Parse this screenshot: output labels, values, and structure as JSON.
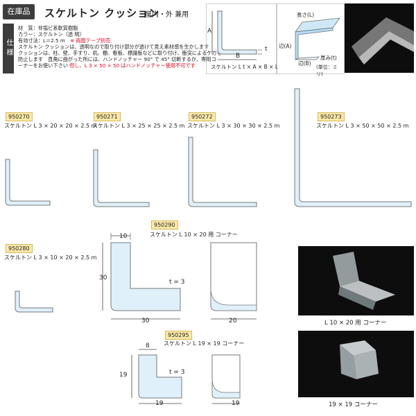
{
  "header": {
    "badge": "在庫品",
    "title": "スケルトン クッション",
    "subtitle": "屋内・外 兼用",
    "spec_label": "仕様",
    "spec_lines": [
      {
        "text": "材　質：非塩ビ系軟質樹脂",
        "accent": ""
      },
      {
        "text": "カラー：スケルトン（透 明）",
        "accent": ""
      },
      {
        "text": "有効寸法：L＝2.5 m",
        "accent": "※ 両面テープ別売"
      },
      {
        "text": "スケルトン クッションは、透明なので取り付け部分が透けて見え素材感を生かします",
        "accent": ""
      },
      {
        "text": "クッションは、柱、壁、手すり、机、棚、看板、標識板などに取り付け、衝突によるケガを",
        "accent": ""
      },
      {
        "text": "防止します　直角に曲がった所には、ハンドノッチャー 90° で 45° 切断するか、専用コ",
        "accent": ""
      },
      {
        "text": "ーナーをお使い下さい",
        "accent": "但し、L 3 × 50 × 50 はハンドノッチャー使用不可です"
      }
    ],
    "diagram_labels": {
      "a": "A",
      "b": "B",
      "t": "t",
      "formula": "スケルトン L t × A × B × L"
    },
    "section_labels": {
      "length": "長さ(L)",
      "side_a": "辺(A)",
      "side_b": "辺(B)",
      "thickness": "厚み(t)",
      "unit": "(単位：ミリ)"
    }
  },
  "products": [
    {
      "code": "950270",
      "name": "スケルトン L 3 × 20 × 20 × 2.5 m"
    },
    {
      "code": "950271",
      "name": "スケルトン L 3 × 25 × 25 × 2.5 m"
    },
    {
      "code": "950272",
      "name": "スケルトン L 3 × 30 × 30 × 2.5 m"
    },
    {
      "code": "950273",
      "name": "スケルトン L 3 × 50 × 50 × 2.5 m"
    },
    {
      "code": "950280",
      "name": "スケルトン L 3 × 10 × 20 × 2.5 m"
    }
  ],
  "corner1": {
    "code": "950290",
    "name": "スケルトン L 10 × 20 用 コーナー",
    "dims": {
      "top": "10",
      "left": "30",
      "bottom": "30",
      "t": "t = 3",
      "right_bottom": "20"
    },
    "caption": "L 10 × 20 用 コーナー"
  },
  "corner2": {
    "code": "950295",
    "name": "スケルトン L 19 × 19 コーナー",
    "dims": {
      "top": "8",
      "left": "19",
      "bottom": "19",
      "t": "t = 3",
      "right_bottom": "19"
    },
    "caption": "19 × 19 コーナー"
  }
}
